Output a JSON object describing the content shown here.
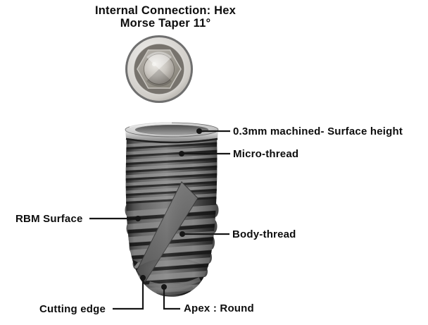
{
  "title": {
    "line1": "Internal Connection: Hex",
    "line2": "Morse Taper 11°"
  },
  "callouts": {
    "surface_height": "0.3mm machined- Surface height",
    "micro_thread": "Micro-thread",
    "rbm_surface": "RBM Surface",
    "body_thread": "Body-thread",
    "cutting_edge": "Cutting edge",
    "apex": "Apex : Round"
  },
  "colors": {
    "background": "#ffffff",
    "text": "#0d0d0d",
    "leader_line": "#161616",
    "metal_light": "#d6d6d6",
    "metal_mid": "#8a8a8a",
    "implant_body_dark": "#3f3f3f"
  }
}
